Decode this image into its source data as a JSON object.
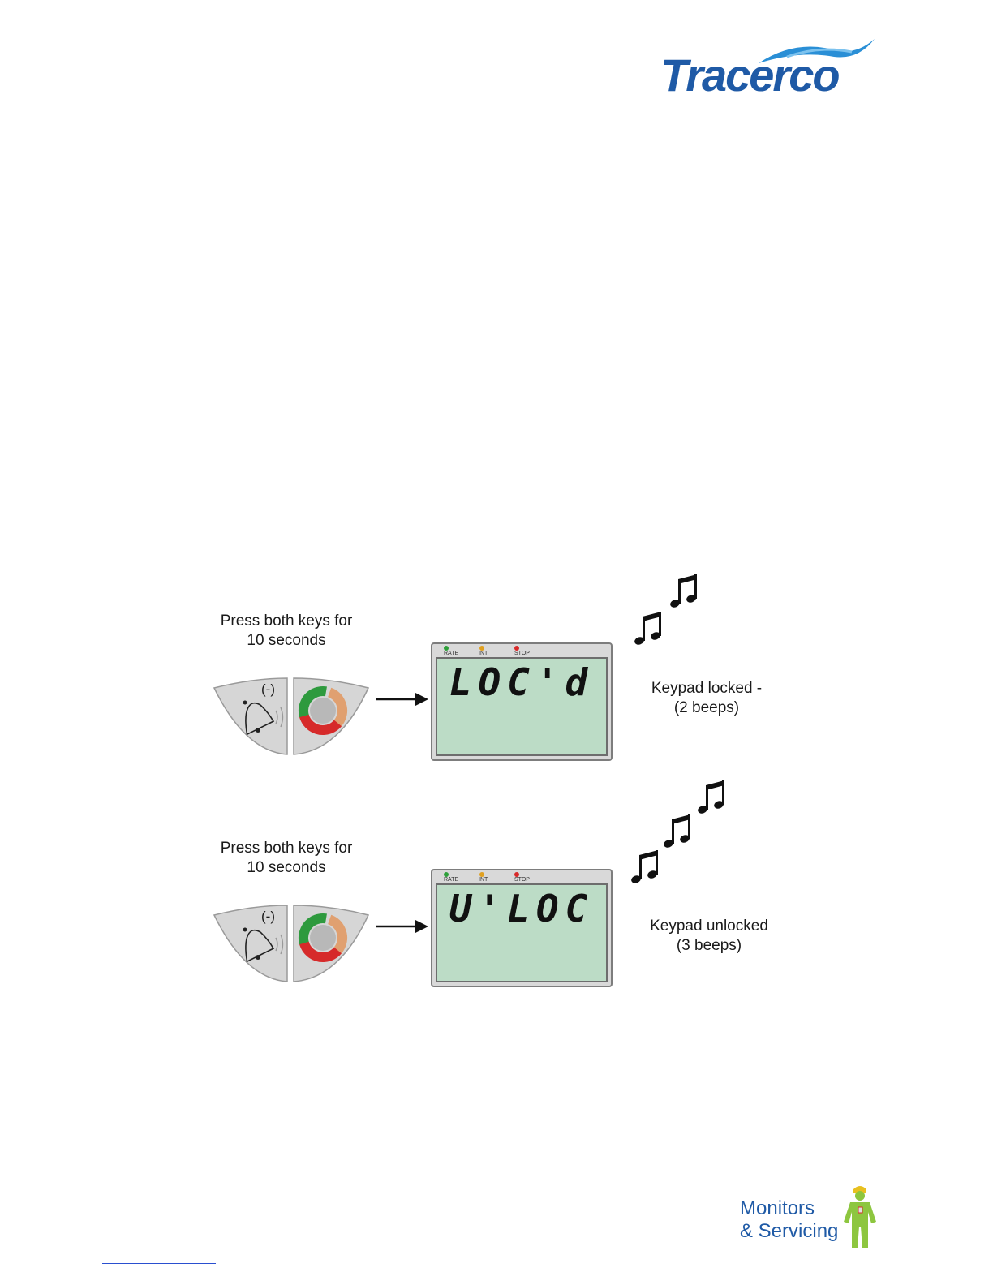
{
  "header": {
    "logo_text": "Tracerco",
    "logo_color": "#1f5aa6",
    "wave_color": "#2a8fd6"
  },
  "steps": [
    {
      "instruction_line1": "Press both keys for",
      "instruction_line2": "10 seconds",
      "display_text": "LOC'd",
      "result_line1": "Keypad locked -",
      "result_line2": "(2 beeps)",
      "beep_count": 2
    },
    {
      "instruction_line1": "Press both keys for",
      "instruction_line2": "10 seconds",
      "display_text": "U'LOC",
      "result_line1": "Keypad unlocked",
      "result_line2": "(3 beeps)",
      "beep_count": 3
    }
  ],
  "keypad": {
    "left_key_symbol": "(-)",
    "left_key_icon": "bell-icon",
    "right_key_icon": "ring-icon",
    "ring_colors": [
      "#2e9a3e",
      "#e07a2e",
      "#d62a2a"
    ]
  },
  "lcd": {
    "indicators": [
      {
        "label": "RATE",
        "color": "#2ea03a"
      },
      {
        "label": "INT.",
        "color": "#e0a020"
      },
      {
        "label": "STOP",
        "color": "#d82a2a"
      }
    ],
    "screen_color": "#bcdcc6"
  },
  "footer": {
    "logo_line1": "Monitors",
    "logo_line2": "& Servicing",
    "logo_color": "#1f5aa6",
    "figure_color": "#8dc63f"
  }
}
